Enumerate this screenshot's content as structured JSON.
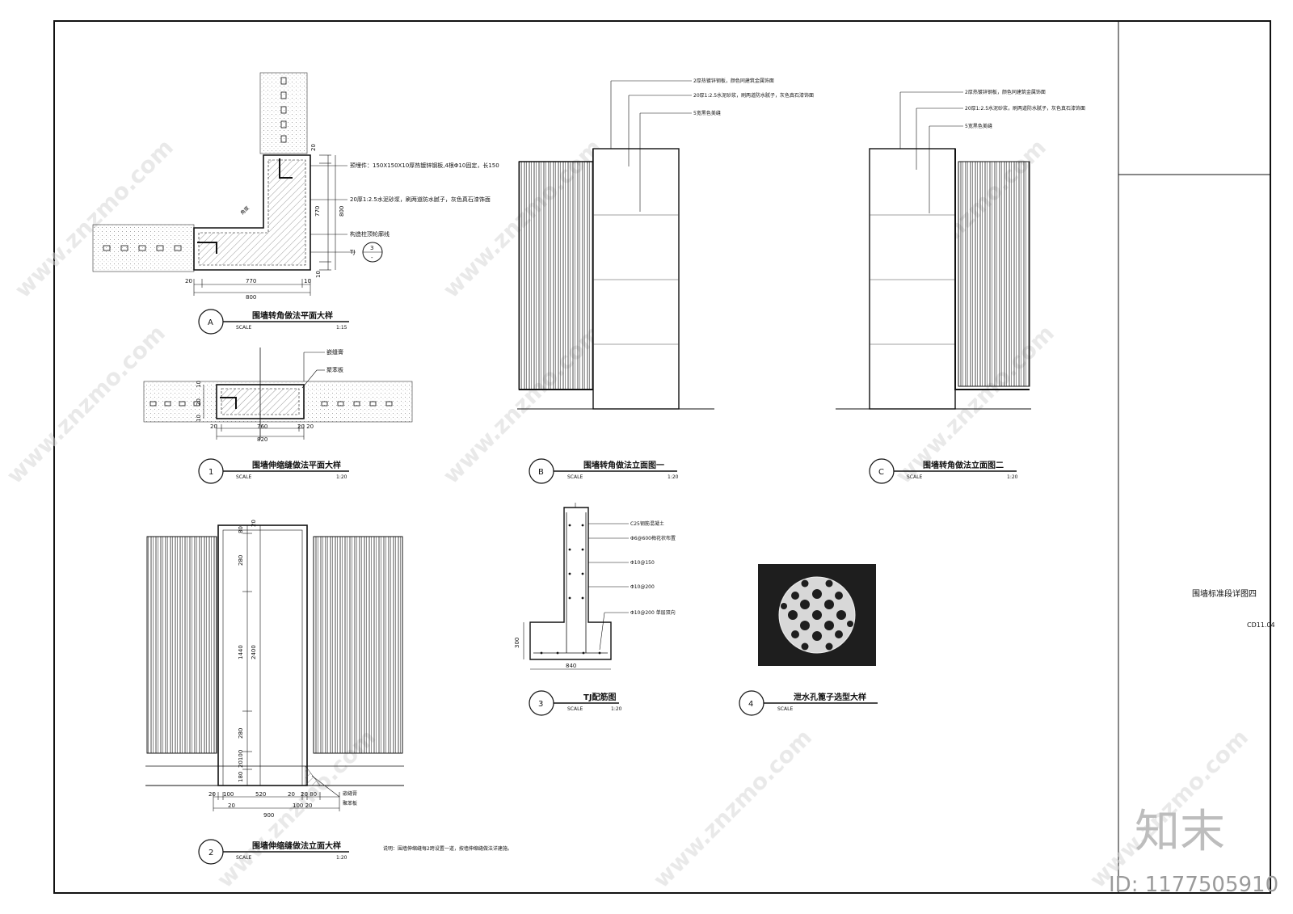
{
  "sheet": {
    "name": "围墙标准段详图四",
    "number": "CD11.04",
    "watermark_logo": "知末",
    "watermark_id": "ID: 1177505910",
    "watermark_site": "www.znzmo.com"
  },
  "detail_a": {
    "marker": "A",
    "title": "围墙转角做法平面大样",
    "scale_label": "SCALE",
    "scale": "1:15",
    "note1": "预埋件：150X150X10厚热镀锌钢板,4根Φ10固定，长150",
    "note2": "20厚1:2.5水泥砂浆，刷两道防水腻子，灰色真石漆饰面",
    "note3": "构造柱顶轮廓线",
    "ref_label": "TJ",
    "ref_num": "3",
    "ref_sheet": "-",
    "d_20a": "20",
    "d_770a": "770",
    "d_10a": "10",
    "d_800a": "800",
    "d_20b": "20",
    "d_770b": "770",
    "d_800b": "800",
    "d_10b": "10",
    "angle_label": "角度"
  },
  "detail_1": {
    "marker": "1",
    "title": "围墙伸缩缝做法平面大样",
    "scale_label": "SCALE",
    "scale": "1:20",
    "label1": "嵌缝膏",
    "label2": "聚苯板",
    "d_20": "20",
    "d_760": "760",
    "d_2020": "20 20",
    "d_820": "820",
    "d_10a": "10",
    "d_10b": "10",
    "d_20v": "20"
  },
  "detail_b": {
    "marker": "B",
    "title": "围墙转角做法立面图一",
    "scale_label": "SCALE",
    "scale": "1:20",
    "note1": "2厚热镀锌钢板，颜色同建筑金属饰面",
    "note2": "20厚1:2.5水泥砂浆，刷两道防水腻子，灰色真石漆饰面",
    "note3": "5宽黑色美缝"
  },
  "detail_c": {
    "marker": "C",
    "title": "围墙转角做法立面图二",
    "scale_label": "SCALE",
    "scale": "1:20",
    "note1": "2厚热镀锌钢板，颜色同建筑金属饰面",
    "note2": "20厚1:2.5水泥砂浆，刷两道防水腻子，灰色真石漆饰面",
    "note3": "5宽黑色美缝"
  },
  "detail_2": {
    "marker": "2",
    "title": "围墙伸缩缝做法立面大样",
    "scale_label": "SCALE",
    "scale": "1:20",
    "remark": "说明：围墙伸缩缝每2跨设置一道，按墙伸缩缝做法详建施。",
    "label1": "嵌缝膏",
    "label2": "聚苯板",
    "d_80": "80",
    "d_20t": "20",
    "d_280a": "280",
    "d_1440": "1440",
    "d_2400": "2400",
    "d_280b": "280",
    "d_20100": "20100",
    "d_180": "180",
    "b_20a": "20",
    "b_100a": "100",
    "b_520": "520",
    "b_20b": "20",
    "b_2080": "20 80",
    "b_20c": "20",
    "b_900": "900",
    "b_10020": "100 20"
  },
  "detail_3": {
    "marker": "3",
    "title": "TJ配筋图",
    "scale_label": "SCALE",
    "scale": "1:20",
    "rebar1": "C25钢筋混凝土",
    "rebar2": "Φ6@600梅花状布置",
    "rebar3": "Φ10@150",
    "rebar4": "Φ10@200",
    "rebar5": "Φ10@200  单层双向",
    "d_300": "300",
    "d_840": "840"
  },
  "detail_4": {
    "marker": "4",
    "title": "泄水孔篦子选型大样",
    "scale_label": "SCALE"
  }
}
